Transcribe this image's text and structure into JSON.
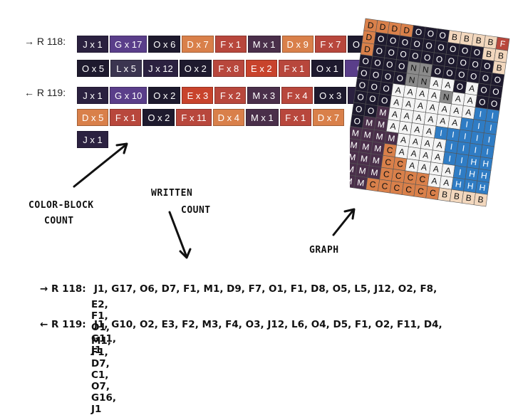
{
  "rows": [
    {
      "label": "→ R 118:",
      "lines": [
        [
          {
            "text": "J x 1",
            "color": "#2b2140"
          },
          {
            "text": "G x 17",
            "color": "#5a3e8a"
          },
          {
            "text": "O x 6",
            "color": "#1e1a2e"
          },
          {
            "text": "D x 7",
            "color": "#d9804a"
          },
          {
            "text": "F x 1",
            "color": "#b8473c"
          },
          {
            "text": "M x 1",
            "color": "#4a2f4a"
          },
          {
            "text": "D x 9",
            "color": "#d9804a"
          },
          {
            "text": "F x 7",
            "color": "#b8473c"
          },
          {
            "text": "O x 1",
            "color": "#1e1a2e"
          }
        ],
        [
          {
            "text": "O x 5",
            "color": "#1e1a2e"
          },
          {
            "text": "L x 5",
            "color": "#3b3550"
          },
          {
            "text": "J x 12",
            "color": "#2b2140"
          },
          {
            "text": "O x 2",
            "color": "#1e1a2e"
          },
          {
            "text": "F x 8",
            "color": "#b8473c"
          },
          {
            "text": "E x 2",
            "color": "#c8432c"
          },
          {
            "text": "F x 1",
            "color": "#b8473c"
          },
          {
            "text": "O x 1",
            "color": "#1e1a2e"
          },
          {
            "text": "G",
            "color": "#5a3e8a"
          }
        ]
      ]
    },
    {
      "label": "← R 119:",
      "lines": [
        [
          {
            "text": "J x 1",
            "color": "#2b2140"
          },
          {
            "text": "G x 10",
            "color": "#5a3e8a"
          },
          {
            "text": "O x 2",
            "color": "#1e1a2e"
          },
          {
            "text": "E x 3",
            "color": "#c8432c"
          },
          {
            "text": "F x 2",
            "color": "#b8473c"
          },
          {
            "text": "M x 3",
            "color": "#4a2f4a"
          },
          {
            "text": "F x 4",
            "color": "#b8473c"
          },
          {
            "text": "O x 3",
            "color": "#1e1a2e"
          },
          {
            "text": "J",
            "color": "#2b2140"
          }
        ],
        [
          {
            "text": "D x 5",
            "color": "#d9804a"
          },
          {
            "text": "F x 1",
            "color": "#b8473c"
          },
          {
            "text": "O x 2",
            "color": "#1e1a2e"
          },
          {
            "text": "F x 11",
            "color": "#b8473c"
          },
          {
            "text": "D x 4",
            "color": "#d9804a"
          },
          {
            "text": "M x 1",
            "color": "#4a2f4a"
          },
          {
            "text": "F x 1",
            "color": "#b8473c"
          },
          {
            "text": "D x 7",
            "color": "#d9804a"
          }
        ],
        [
          {
            "text": "J x 1",
            "color": "#2b2140"
          }
        ]
      ]
    }
  ],
  "notes": {
    "color_block_line1": "COLOR-BLOCK",
    "color_block_line2": "COUNT",
    "written_line1": "WRITTEN",
    "written_line2": "COUNT",
    "graph": "GRAPH"
  },
  "written": {
    "r118_label": "→ R 118:",
    "r118_line1": "J1, G17, O6, D7, F1, M1, D9, F7, O1, F1, D8, O5, L5, J12, O2, F8,",
    "r118_line2": "E2, F1, O1, G11, J1",
    "r119_label": "← R 119:",
    "r119_line1": "J1, G10, O2, E3, F2, M3, F4, O3, J12, L6, O4, D5, F1, O2, F11, D4,",
    "r119_line2": "M1, F1, D7, C1, O7, G16, J1"
  },
  "graph": {
    "grid": [
      "DDDDOOOBBBBF",
      "DOOOOOOOOOBB",
      "DOOOOOOOOOOB",
      "OOOONNOOOOOO",
      "OOOONNAAOAOO",
      "OOOAAAANAAOO",
      "OOOAAAAAAAII",
      "OOMAAAAAAIII",
      "OMMAAAAIIIII",
      "MMMMAAAAIIII",
      "MMMCAAAAIIHH",
      "MMMCCAAAAIHH",
      "MMMCCCCAAHHH",
      "MMCCCCCCBBBB"
    ],
    "colors": {
      "D": "#d9804a",
      "O": "#1e1a2e",
      "B": "#f2d7bd",
      "F": "#b8473c",
      "N": "#8a8a8a",
      "A": "#f4f4f4",
      "I": "#2f7cc4",
      "H": "#2f7cc4",
      "M": "#4a2f4a",
      "C": "#d9804a"
    }
  }
}
